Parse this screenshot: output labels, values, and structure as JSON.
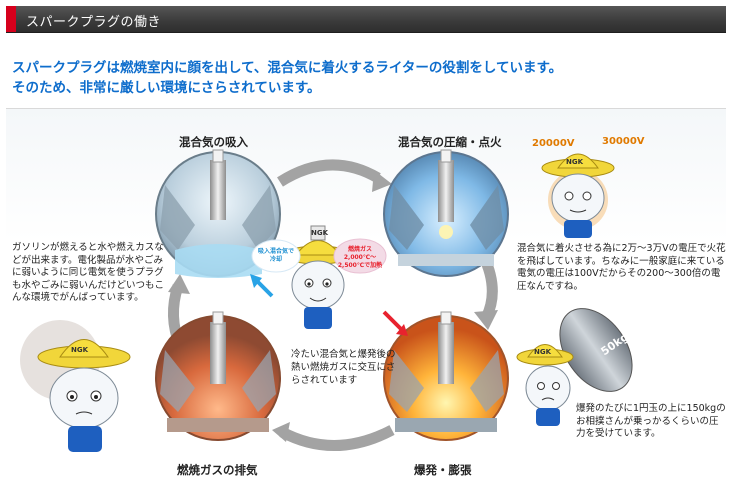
{
  "header": {
    "title": "スパークプラグの働き"
  },
  "intro": {
    "line1": "スパークプラグは燃焼室内に顔を出して、混合気に着火するライターの役割をしています。",
    "line2": "そのため、非常に厳しい環境にさらされています。"
  },
  "stages": {
    "intake": "混合気の吸入",
    "compression": "混合気の圧縮・点火",
    "combustion": "爆発・膨張",
    "exhaust": "燃焼ガスの排気"
  },
  "center": {
    "bubble_cold": "吸入混合気で冷却",
    "bubble_hot": "燃焼ガス 2,000℃～2,500℃で加熱",
    "caption": "冷たい混合気と爆発後の熱い燃焼ガスに交互にさらされています"
  },
  "notes": {
    "left": "ガソリンが燃えると水や燃えカスなどが出来ます。電化製品が水やごみに弱いように同じ電気を使うプラグも水やごみに弱いんだけどいつもこんな環境でがんばっています。",
    "voltage": "混合気に着火させる為に2万～3万Vの電圧で火花を飛ばしています。ちなみに一般家庭に来ている電気の電圧は100Vだからその200～300倍の電圧なんですね。",
    "pressure": "爆発のたびに1円玉の上に150kgのお相撲さんが乗っかるくらいの圧力を受けています。"
  },
  "badges": {
    "v20000": "20000V",
    "v30000": "30000V",
    "pressure_unit": "50kg/cm²",
    "brand": "NGK"
  },
  "colors": {
    "accent": "#d6001c",
    "intro_text": "#0e6dcc",
    "cycle_arrow": "#9a9a9a",
    "cold_arrow": "#29a3e6",
    "hot_arrow": "#e8222e"
  }
}
